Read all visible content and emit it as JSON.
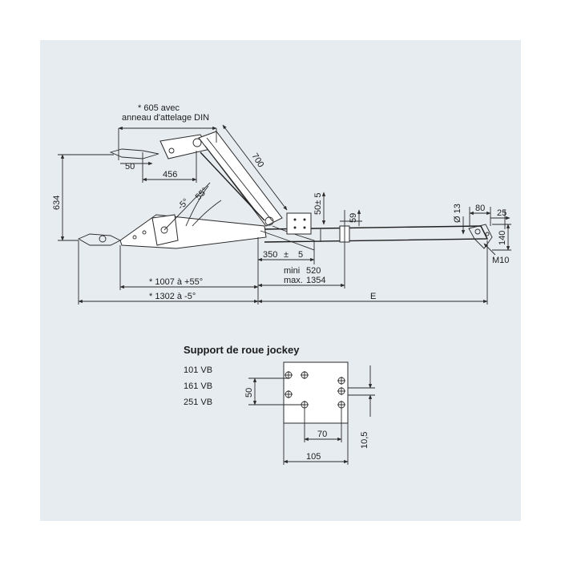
{
  "main_drawing": {
    "note_605_line1": "* 605 avec",
    "note_605_line2": "anneau d'attelage DIN",
    "dim_50": "50",
    "dim_456": "456",
    "dim_634": "634",
    "dim_700": "700",
    "angle_minus5": "-5°",
    "angle_55": "55°",
    "dim_50pm5": "50± 5",
    "dim_59": "59",
    "dim_d13": "Ø 13",
    "dim_80": "80",
    "dim_25": "25",
    "dim_140": "140",
    "dim_m10": "M10",
    "dim_350": "350",
    "dim_pm": "±",
    "dim_5": "5",
    "mini_label": "mini",
    "mini_value": "520",
    "max_label": "max.",
    "max_value": "1354",
    "dim_1007": "* 1007 à +55°",
    "dim_1302": "* 1302 à -5°",
    "dim_E": "E"
  },
  "jockey": {
    "title": "Support de roue jockey",
    "models": [
      "101 VB",
      "161 VB",
      "251 VB"
    ],
    "dim_50": "50",
    "dim_70": "70",
    "dim_105": "105",
    "dim_10_5": "10,5"
  },
  "colors": {
    "panel": "#e7ecf1",
    "line": "#2a2a2a",
    "background": "#ffffff"
  }
}
